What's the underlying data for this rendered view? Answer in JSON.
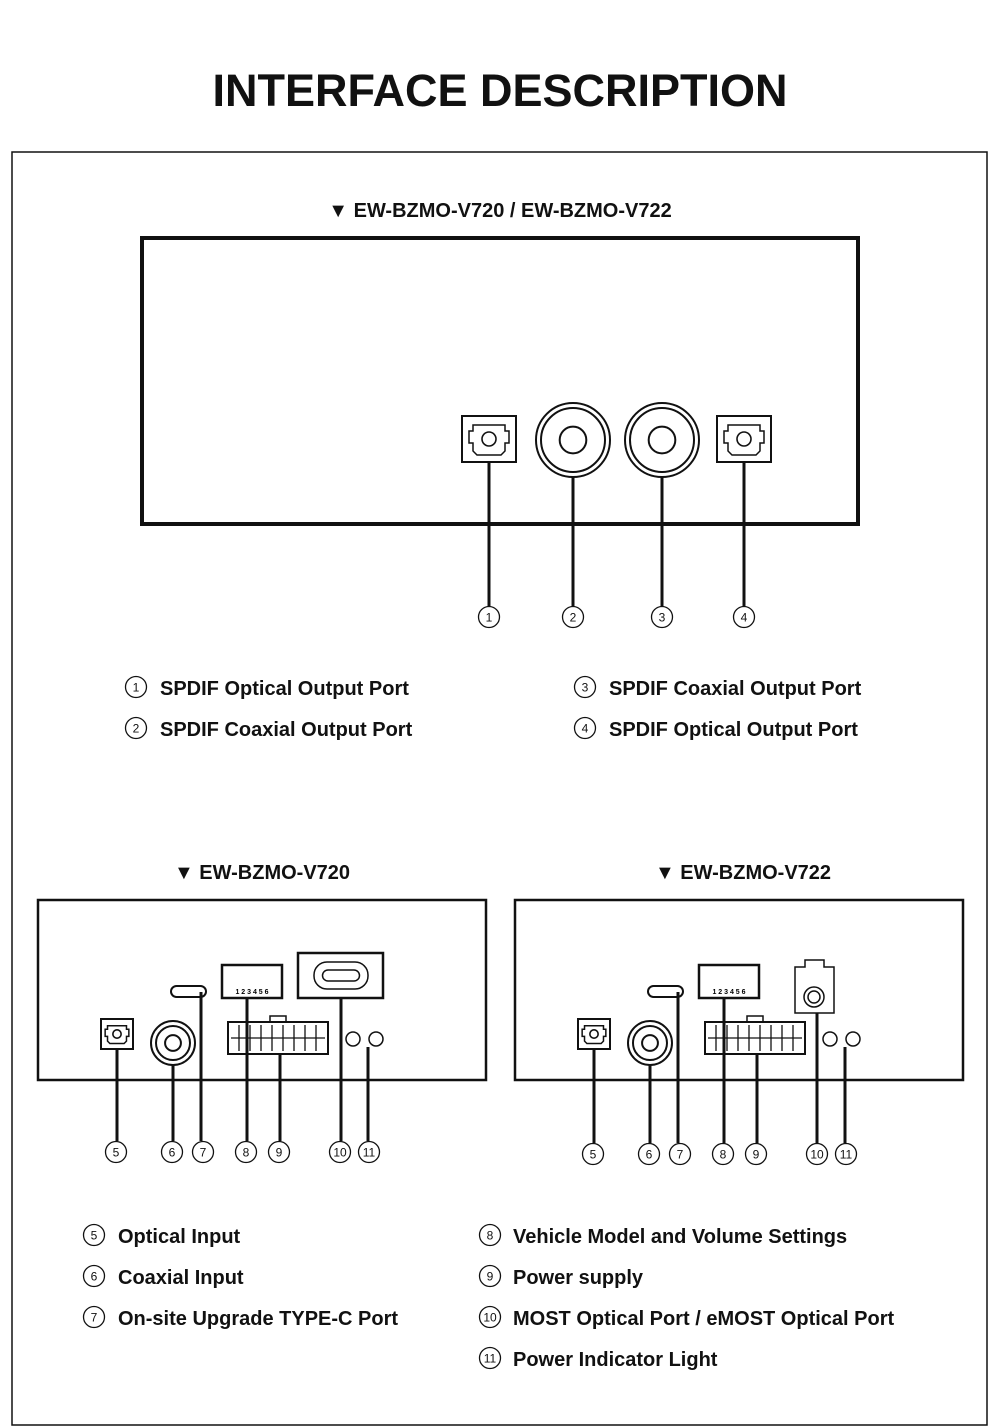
{
  "title": "INTERFACE DESCRIPTION",
  "top_section": {
    "heading": "▼ EW-BZMO-V720 / EW-BZMO-V722",
    "callouts": [
      "1",
      "2",
      "3",
      "4"
    ],
    "legend": [
      {
        "num": "1",
        "label": "SPDIF Optical Output Port"
      },
      {
        "num": "2",
        "label": "SPDIF Coaxial Output Port"
      },
      {
        "num": "3",
        "label": "SPDIF Coaxial Output Port"
      },
      {
        "num": "4",
        "label": "SPDIF Optical Output Port"
      }
    ]
  },
  "left_device": {
    "heading": "▼ EW-BZMO-V720",
    "pins": "1 2 3 4 5 6",
    "callouts": [
      "5",
      "6",
      "7",
      "8",
      "9",
      "10",
      "11"
    ]
  },
  "right_device": {
    "heading": "▼ EW-BZMO-V722",
    "pins": "1 2 3 4 5 6",
    "callouts": [
      "5",
      "6",
      "7",
      "8",
      "9",
      "10",
      "11"
    ]
  },
  "bottom_legend": [
    {
      "num": "5",
      "label": "Optical Input"
    },
    {
      "num": "6",
      "label": "Coaxial Input"
    },
    {
      "num": "7",
      "label": "On-site Upgrade TYPE-C Port"
    },
    {
      "num": "8",
      "label": "Vehicle Model and Volume Settings"
    },
    {
      "num": "9",
      "label": "Power supply"
    },
    {
      "num": "10",
      "label": "MOST Optical Port / eMOST Optical Port"
    },
    {
      "num": "11",
      "label": "Power Indicator Light"
    }
  ]
}
